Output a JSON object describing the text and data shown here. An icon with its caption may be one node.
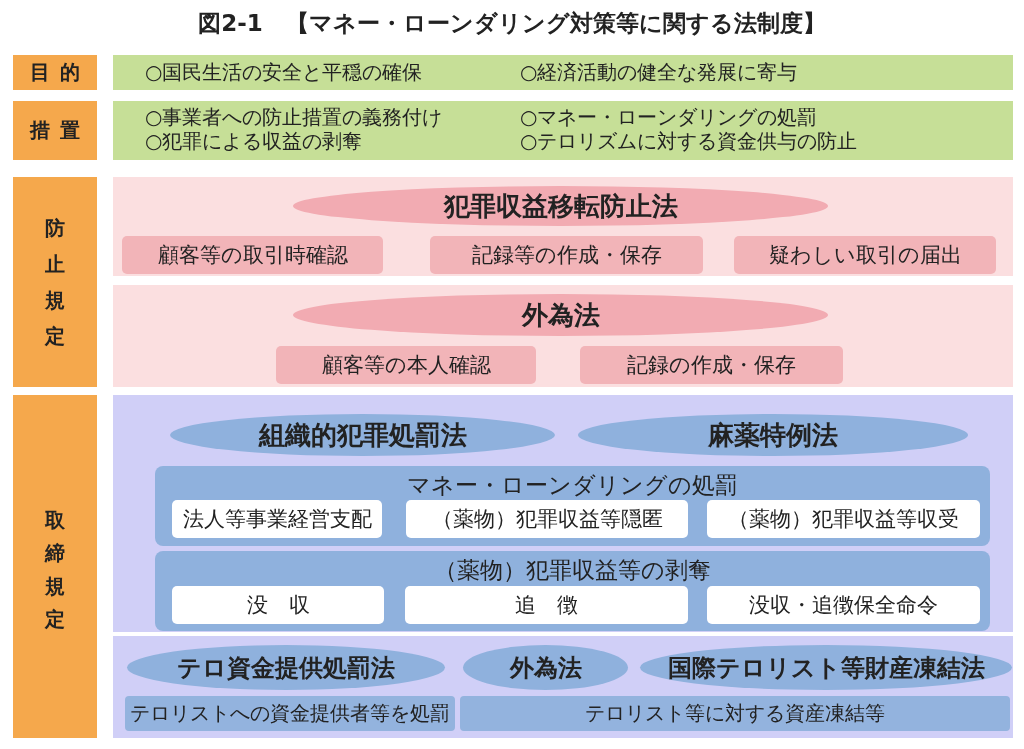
{
  "diagram": {
    "title": "図2-1　【マネー・ローンダリング対策等に関する法制度】",
    "nodes": [
      {
        "text": [
          "目的"
        ]
      },
      {
        "text": [
          "○国民生活の安全と平穏の確保",
          "○経済活動の健全な発展に寄与"
        ]
      },
      {
        "text": [
          "措置"
        ]
      },
      {
        "text": [
          "○事業者への防止措置の義務付け",
          "○マネー・ローンダリングの処罰",
          "○犯罪による収益の剥奪",
          "○テロリズムに対する資金供与の防止"
        ]
      },
      {
        "text": [
          "防止規定"
        ]
      },
      {
        "text": [],
        "shape": "box"
      },
      {
        "text": [
          "犯罪収益移転防止法"
        ],
        "in": 5
      },
      {
        "text": [
          "顧客等の取引時確認"
        ],
        "in": 5
      },
      {
        "text": [
          "記録等の作成・保存"
        ],
        "in": 5
      },
      {
        "text": [
          "疑わしい取引の届出"
        ],
        "in": 5
      },
      {
        "text": [],
        "shape": "box"
      },
      {
        "text": [
          "外為法"
        ],
        "in": 10
      },
      {
        "text": [
          "顧客等の本人確認"
        ],
        "in": 10
      },
      {
        "text": [
          "記録の作成・保存"
        ],
        "in": 10
      },
      {
        "text": [
          "取締規定"
        ]
      },
      {
        "text": [],
        "shape": "box"
      },
      {
        "text": [
          "組織的犯罪処罰法"
        ],
        "in": 15
      },
      {
        "text": [
          "麻薬特例法"
        ],
        "in": 15
      },
      {
        "text": [
          "マネー・ローンダリングの処罰"
        ],
        "in": 15
      },
      {
        "text": [
          "法人等事業経営支配"
        ],
        "in": 18
      },
      {
        "text": [
          "（薬物）犯罪収益等隠匿"
        ],
        "in": 18
      },
      {
        "text": [
          "（薬物）犯罪収益等収受"
        ],
        "in": 18
      },
      {
        "text": [
          "（薬物）犯罪収益等の剥奪"
        ],
        "in": 15
      },
      {
        "text": [
          "没収"
        ],
        "in": 22
      },
      {
        "text": [
          "追徴"
        ],
        "in": 22
      },
      {
        "text": [
          "没収・追徴保全命令"
        ],
        "in": 22
      },
      {
        "text": [],
        "shape": "box"
      },
      {
        "text": [
          "テロ資金提供処罰法"
        ],
        "in": 26
      },
      {
        "text": [
          "外為法"
        ],
        "in": 26
      },
      {
        "text": [
          "国際テロリスト等財産凍結法"
        ],
        "in": 26
      },
      {
        "text": [
          "テロリストへの資金提供者等を処罰"
        ],
        "in": 26
      },
      {
        "text": [
          "テロリスト等に対する資産凍結等"
        ],
        "in": 26
      }
    ]
  }
}
